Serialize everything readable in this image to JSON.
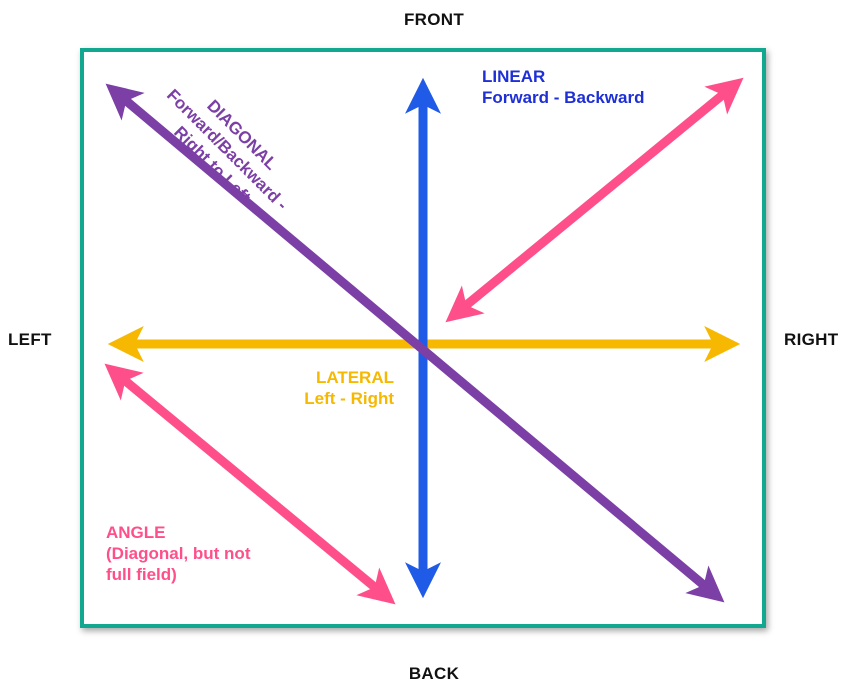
{
  "sides": {
    "front": "FRONT",
    "back": "BACK",
    "left": "LEFT",
    "right": "RIGHT"
  },
  "linear": {
    "title": "LINEAR",
    "subtitle": "Forward - Backward",
    "color": "#1f5be6"
  },
  "lateral": {
    "title": "LATERAL",
    "subtitle": "Left - Right",
    "color": "#f6b800"
  },
  "diagonal": {
    "title": "DIAGONAL",
    "line1": "Forward/Backward -",
    "line2": "Right to Left",
    "color": "#7b3fa6"
  },
  "angle": {
    "title": "ANGLE",
    "line1": "(Diagonal, but not",
    "line2": "full field)",
    "color": "#ff4f8a"
  },
  "field_border_color": "#12a890"
}
